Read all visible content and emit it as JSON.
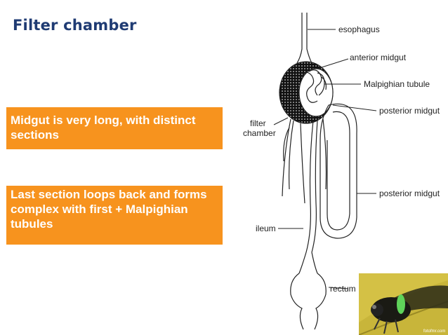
{
  "slide": {
    "title": "Filter chamber",
    "box1": "Midgut is very long, with distinct sections",
    "box2": "Last section loops back and forms complex with first + Malpighian tubules"
  },
  "diagram": {
    "labels": {
      "esophagus": "esophagus",
      "anterior_midgut": "anterior midgut",
      "malpighian": "Malpighian tubule",
      "posterior1": "posterior midgut",
      "filter": "filter",
      "chamber": "chamber",
      "posterior2": "posterior midgut",
      "ileum": "ileum",
      "rectum": "rectum"
    }
  },
  "photo": {
    "credit": "fotofmr.com"
  }
}
